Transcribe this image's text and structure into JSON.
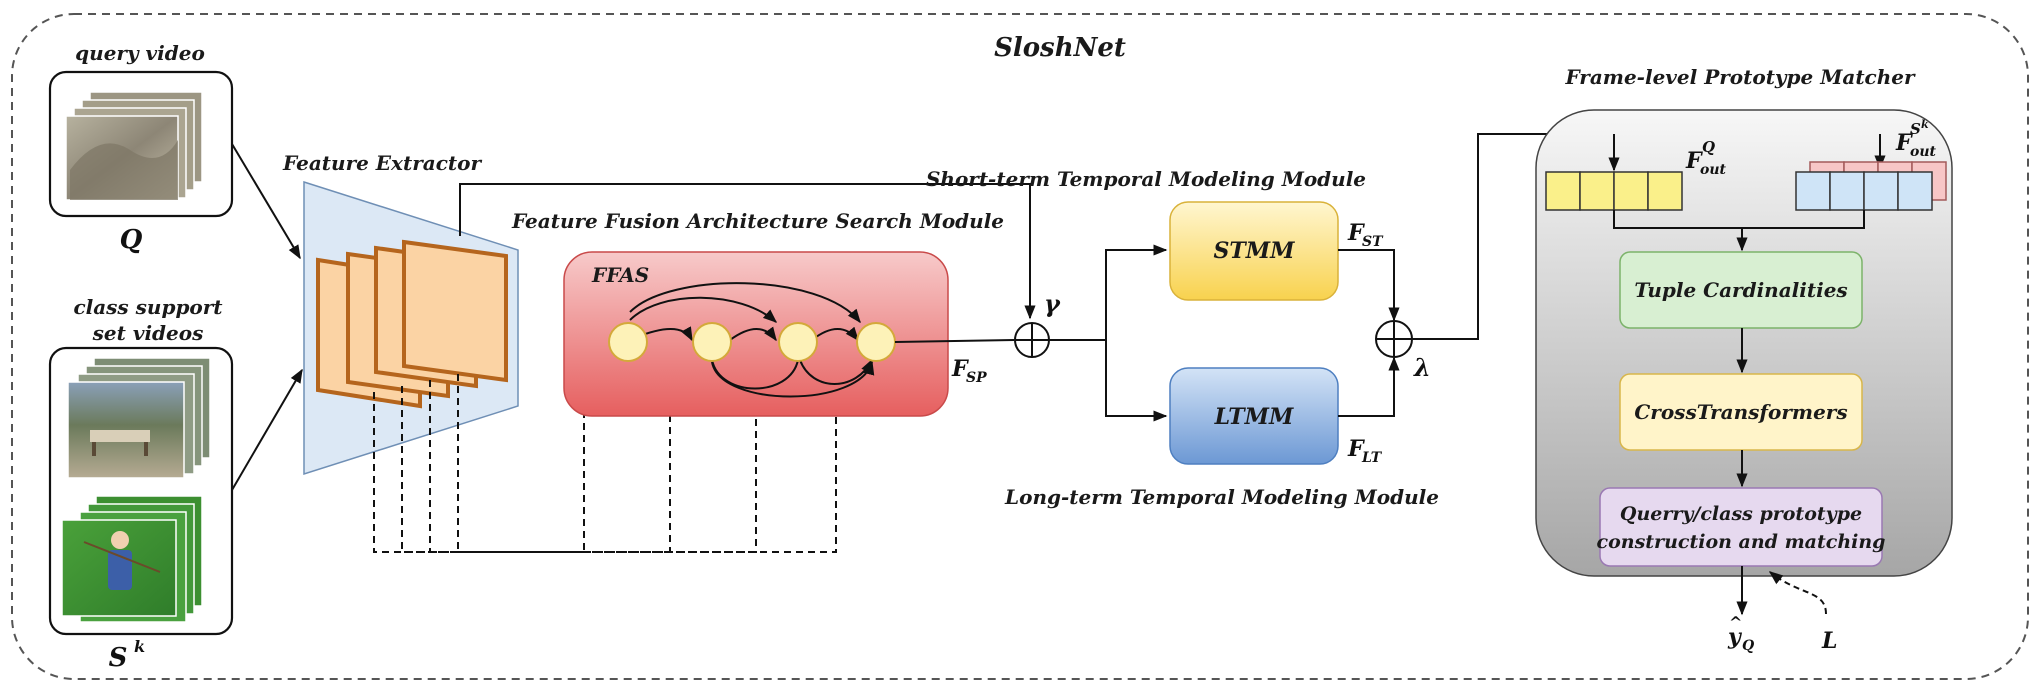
{
  "title": "SloshNet",
  "inputs": {
    "query_label": "query video",
    "query_symbol": "Q",
    "support_label_line1": "class support",
    "support_label_line2": "set videos",
    "support_symbol": "S",
    "support_superscript": "k"
  },
  "feature_extractor": {
    "label": "Feature Extractor"
  },
  "ffas_module": {
    "title": "Feature Fusion Architecture Search Module",
    "inner_label": "FFAS",
    "output_symbol": "F",
    "output_subscript": "SP"
  },
  "gamma": "γ",
  "lambda": "λ",
  "stmm": {
    "module_title": "Short-term Temporal Modeling Module",
    "box_label": "STMM",
    "output_symbol": "F",
    "output_subscript": "ST"
  },
  "ltmm": {
    "module_title": "Long-term Temporal Modeling Module",
    "box_label": "LTMM",
    "output_symbol": "F",
    "output_subscript": "LT"
  },
  "matcher": {
    "title": "Frame-level Prototype Matcher",
    "fq_symbol": "F",
    "fq_sub": "out",
    "fq_sup": "Q",
    "fs_symbol": "F",
    "fs_sub": "out",
    "fs_sup": "S",
    "fs_sup_k": "k",
    "tuple_label": "Tuple Cardinalities",
    "cross_label": "CrossTransformers",
    "proto_line1": "Querry/class prototype",
    "proto_line2": "construction and matching",
    "y_label": "y",
    "y_sub": "Q",
    "loss_label": "L"
  },
  "colors": {
    "extractor_fill": "#dce8f5",
    "frame_fill": "#fbd3a4",
    "frame_stroke": "#b5651d",
    "ffas_top": "#f6c6c6",
    "ffas_bottom": "#e86464",
    "node_fill": "#fdf2b8",
    "stmm_top": "#fff5cc",
    "stmm_bottom": "#f9d454",
    "ltmm_top": "#cfe0f5",
    "ltmm_bottom": "#6f9bd6",
    "matcher_top": "#f3f3f3",
    "matcher_bottom": "#a8a8a8",
    "query_feat": "#faf08a",
    "support_feat": "#cfe4f7",
    "support_back": "#f7c6c6",
    "tuple_fill": "#d8efd2",
    "cross_fill": "#fff4c9",
    "proto_fill": "#e6d9ef"
  }
}
